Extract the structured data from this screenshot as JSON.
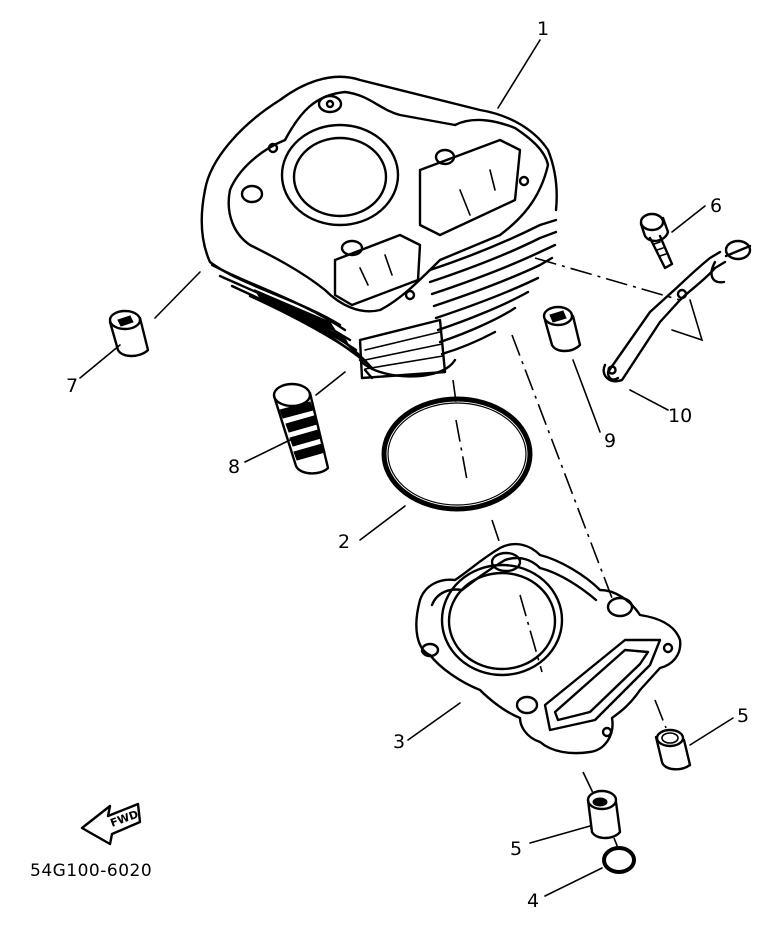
{
  "diagram": {
    "part_code": "54G100-6020",
    "fwd_marker": "FWD",
    "callouts": [
      {
        "id": "1",
        "label": "1",
        "part": "cylinder"
      },
      {
        "id": "2",
        "label": "2",
        "part": "o-ring"
      },
      {
        "id": "3",
        "label": "3",
        "part": "cylinder-gasket"
      },
      {
        "id": "4",
        "label": "4",
        "part": "o-ring-small"
      },
      {
        "id": "5a",
        "label": "5",
        "part": "dowel-pin-right"
      },
      {
        "id": "5b",
        "label": "5",
        "part": "dowel-pin-bottom"
      },
      {
        "id": "6",
        "label": "6",
        "part": "bolt"
      },
      {
        "id": "7",
        "label": "7",
        "part": "dowel-pin-left"
      },
      {
        "id": "8",
        "label": "8",
        "part": "stud-bolt"
      },
      {
        "id": "9",
        "label": "9",
        "part": "dowel-pin-mid"
      },
      {
        "id": "10",
        "label": "10",
        "part": "bracket"
      }
    ]
  }
}
